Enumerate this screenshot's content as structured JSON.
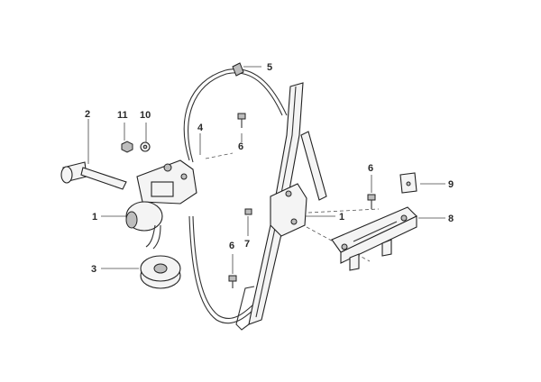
{
  "callouts": {
    "c1a": "1",
    "c1b": "1",
    "c2": "2",
    "c3": "3",
    "c4": "4",
    "c5": "5",
    "c6a": "6",
    "c6b": "6",
    "c6c": "6",
    "c7": "7",
    "c8": "8",
    "c9": "9",
    "c10": "10",
    "c11": "11"
  }
}
